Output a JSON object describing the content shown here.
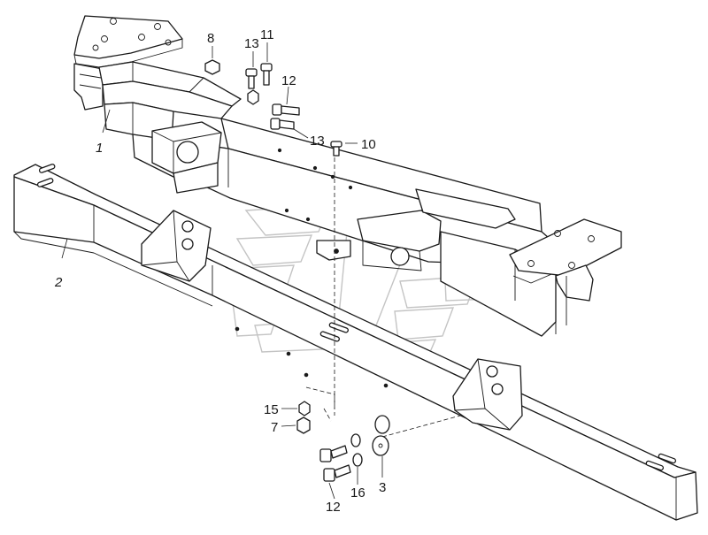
{
  "callouts": {
    "c1": "1",
    "c2": "2",
    "c3": "3",
    "c7": "7",
    "c8": "8",
    "c10": "10",
    "c11": "11",
    "c12a": "12",
    "c12b": "12",
    "c13a": "13",
    "c13b": "13",
    "c15": "15",
    "c16": "16"
  },
  "colors": {
    "line": "#1a1a1a",
    "watermark": "#c4c4c4",
    "background": "#ffffff"
  }
}
